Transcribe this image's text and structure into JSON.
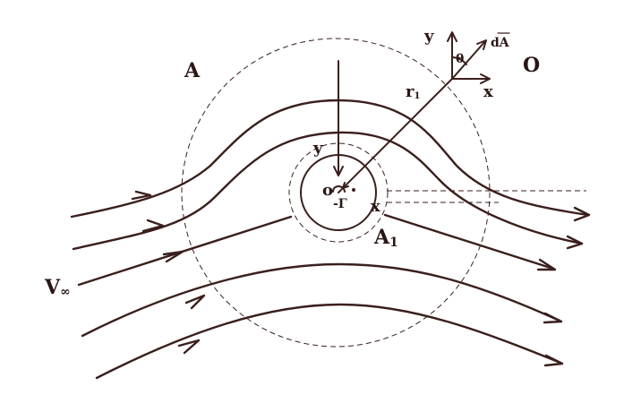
{
  "labels": {
    "region_outer": "A",
    "region_inner": "A",
    "region_inner_sub": "1",
    "freestream": "V",
    "freestream_sub": "∞",
    "radius": "r",
    "radius_sub": "1",
    "origin_center": "o",
    "circulation": "-Γ",
    "inner_y_axis": "y",
    "inner_x_axis": "x",
    "local_y_axis": "y",
    "local_x_axis": "x",
    "angle": "θ",
    "area_element": "dA",
    "far_point": "O"
  },
  "colors": {
    "ink": "#3a1f1c",
    "background": "#ffffff"
  }
}
